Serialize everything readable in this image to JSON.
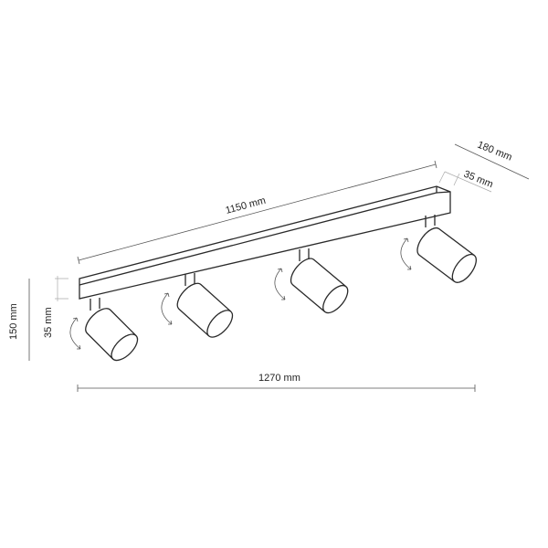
{
  "diagram": {
    "dimensions": {
      "bar_length": "1150 mm",
      "total_length": "1270 mm",
      "depth": "180 mm",
      "bar_width": "35 mm",
      "height_total": "150 mm",
      "bar_height": "35 mm"
    },
    "spotlight_count": 4,
    "line_color": "#2a2a2a"
  }
}
